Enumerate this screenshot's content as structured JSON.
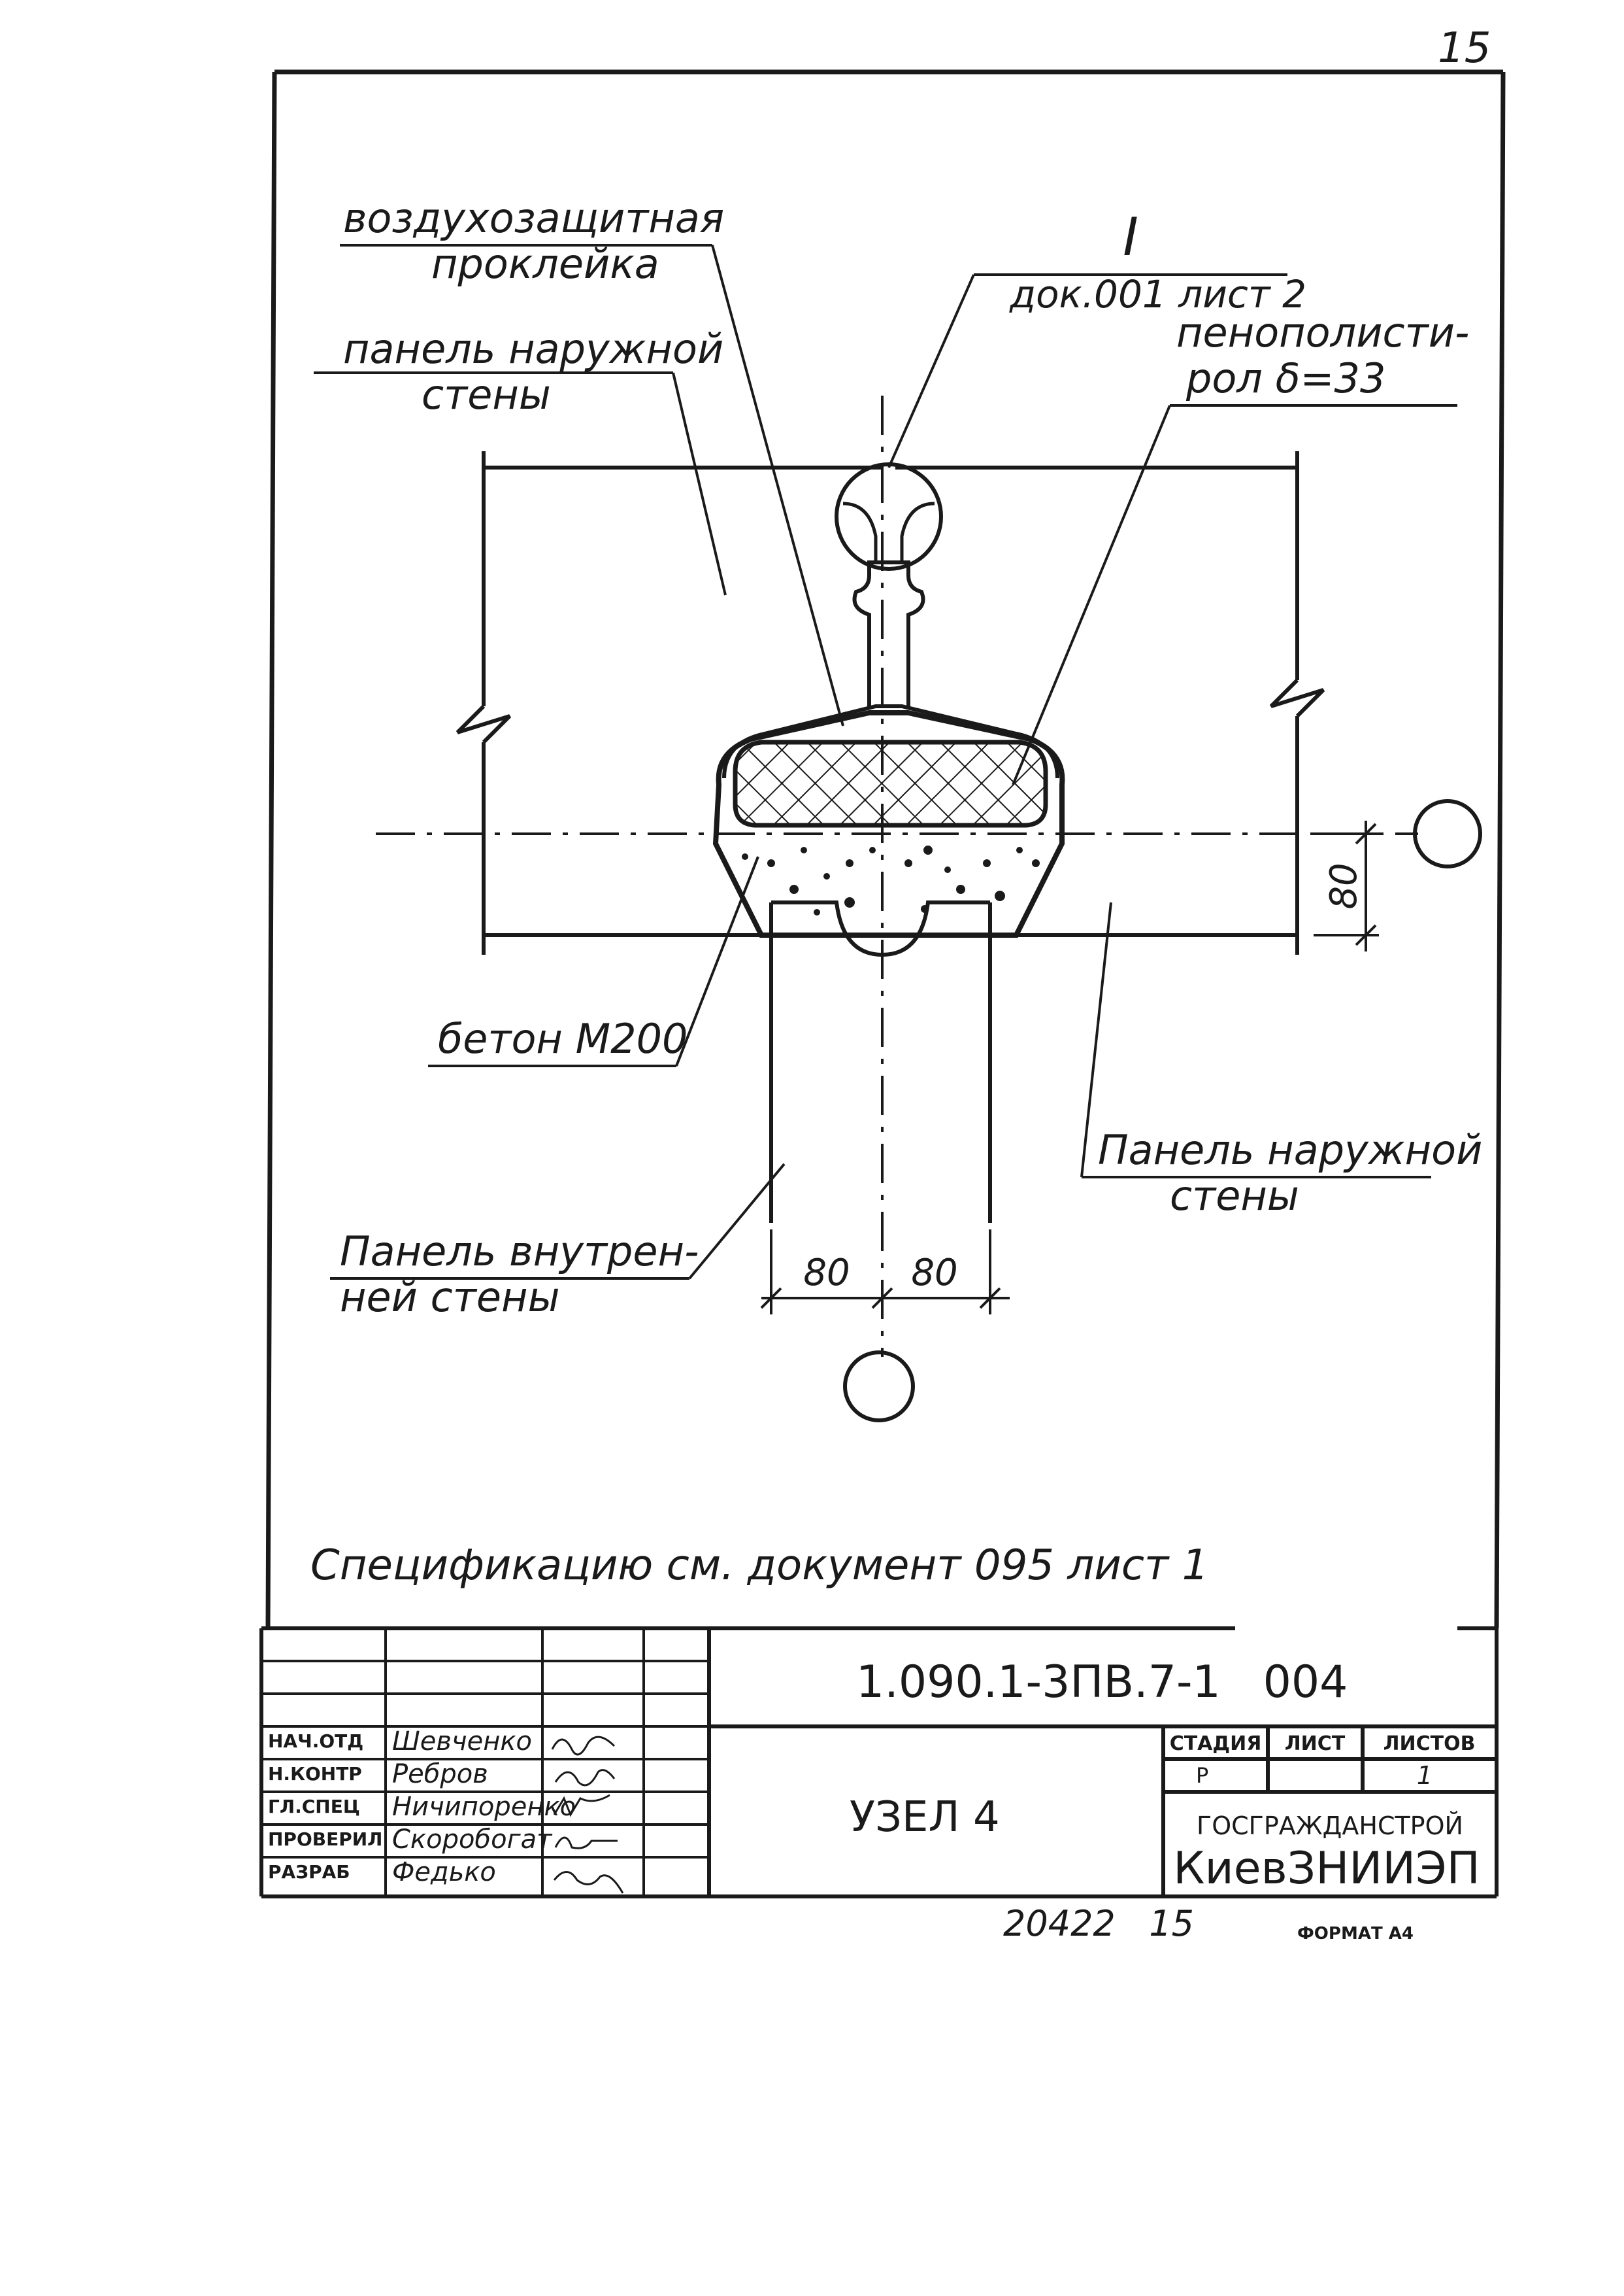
{
  "page_number": "15",
  "labels": {
    "air_seal_line1": "воздухозащитная",
    "air_seal_line2": "проклейка",
    "detail_mark": "I",
    "detail_ref": "док.001 лист 2",
    "outer_panel_line1": "панель наружной",
    "outer_panel_line2": "стены",
    "foam_line1": "пенополисти-",
    "foam_line2": "рол δ=33",
    "concrete": "бетон М200",
    "outer_panel2_line1": "Панель наружной",
    "outer_panel2_line2": "стены",
    "inner_panel_line1": "Панель внутрен-",
    "inner_panel_line2": "ней стены"
  },
  "dimensions": {
    "vertical": "80",
    "horizontal_left": "80",
    "horizontal_right": "80"
  },
  "spec_note": "Спецификацию см. документ 095 лист 1",
  "title_block": {
    "doc_code": "1.090.1-3ПВ.7-1   004",
    "title": "УЗЕЛ 4",
    "headers": {
      "stage": "СТАДИЯ",
      "sheet": "ЛИСТ",
      "sheets": "ЛИСТОВ"
    },
    "stage_value": "Р",
    "sheet_value": "",
    "sheets_value": "1",
    "org_line1": "ГОСГРАЖДАНСТРОЙ",
    "org_line2": "КиевЗНИИЭП",
    "signatories": [
      {
        "role": "НАЧ.ОТД",
        "name": "Шевченко"
      },
      {
        "role": "Н.КОНТР",
        "name": "Ребров"
      },
      {
        "role": "ГЛ.СПЕЦ",
        "name": "Ничипоренко"
      },
      {
        "role": "ПРОВЕРИЛ",
        "name": "Скоробогат"
      },
      {
        "role": "РАЗРАБ",
        "name": "Федько"
      }
    ]
  },
  "footer": {
    "inventory": "20422   15",
    "format": "ФОРМАТ А4"
  }
}
